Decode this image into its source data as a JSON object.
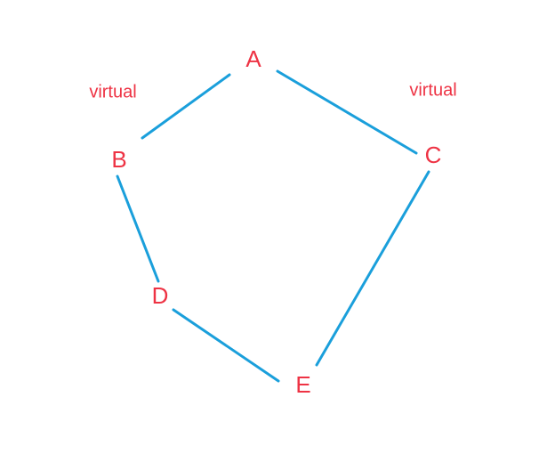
{
  "nodes": [
    {
      "id": "A",
      "label": "A"
    },
    {
      "id": "B",
      "label": "B"
    },
    {
      "id": "C",
      "label": "C"
    },
    {
      "id": "D",
      "label": "D"
    },
    {
      "id": "E",
      "label": "E"
    }
  ],
  "edges": [
    {
      "from": "A",
      "to": "B"
    },
    {
      "from": "A",
      "to": "C"
    },
    {
      "from": "B",
      "to": "D"
    },
    {
      "from": "D",
      "to": "E"
    },
    {
      "from": "C",
      "to": "E"
    }
  ],
  "annotations": {
    "left": "virtual",
    "right": "virtual"
  },
  "colors": {
    "edge": "#1a9fdb",
    "label": "#ee3344",
    "background": "#ffffff"
  }
}
